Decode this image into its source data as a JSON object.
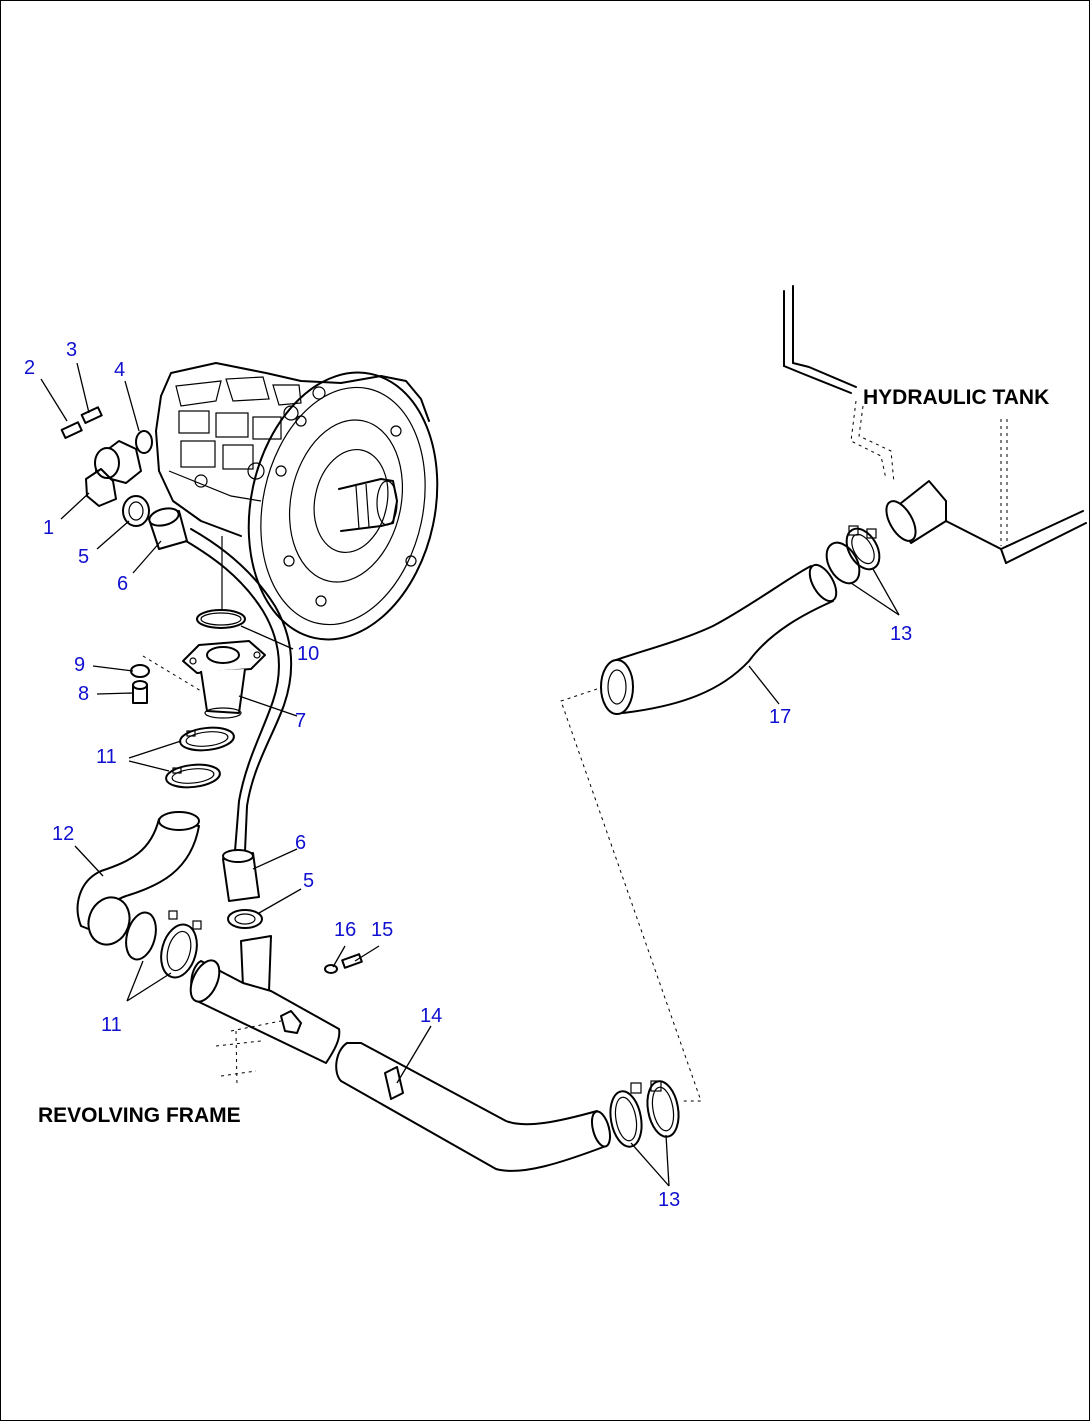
{
  "labels": {
    "hydraulic_tank": "HYDRAULIC TANK",
    "revolving_frame": "REVOLVING FRAME"
  },
  "callouts": {
    "c1": "1",
    "c2": "2",
    "c3": "3",
    "c4": "4",
    "c5a": "5",
    "c5b": "5",
    "c6a": "6",
    "c6b": "6",
    "c7": "7",
    "c8": "8",
    "c9": "9",
    "c10": "10",
    "c11a": "11",
    "c11b": "11",
    "c12": "12",
    "c13a": "13",
    "c13b": "13",
    "c14": "14",
    "c15": "15",
    "c16": "16",
    "c17": "17"
  },
  "colors": {
    "callout": "#1010d0",
    "line": "#000000"
  }
}
